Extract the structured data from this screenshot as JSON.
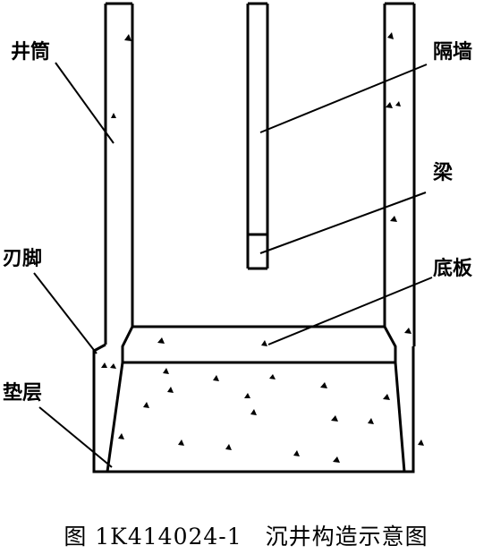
{
  "labels": {
    "shaft": "井筒",
    "partition": "隔墙",
    "beam": "梁",
    "cutting_edge": "刃脚",
    "bottom_slab": "底板",
    "cushion": "垫层"
  },
  "caption": "图 1K414024-1　沉井构造示意图"
}
